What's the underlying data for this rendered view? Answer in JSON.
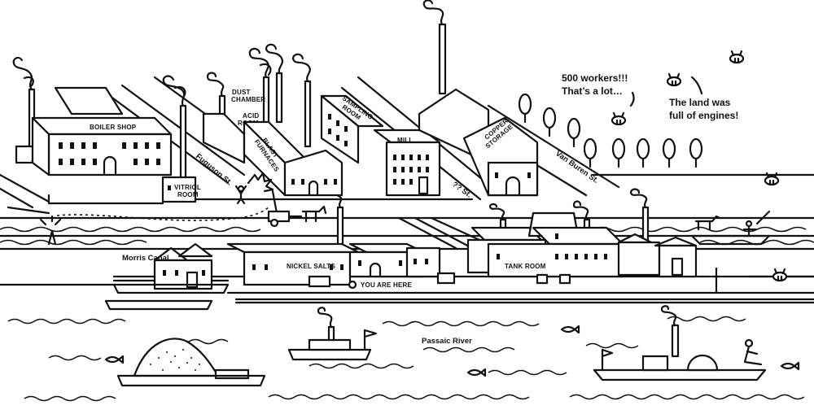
{
  "labels": {
    "boiler_shop": "BOILER SHOP",
    "dust_chamber_1": "DUST",
    "dust_chamber_2": "CHAMBER",
    "acid_room_1": "ACID",
    "acid_room_2": "ROOM",
    "blast_1": "BLAST",
    "blast_2": "FURNACES",
    "sampling_1": "SAMPLING",
    "sampling_2": "ROOM",
    "mill": "MILL",
    "copper_1": "COPPER",
    "copper_2": "STORAGE",
    "vitriol_1": "VITRIOL",
    "vitriol_2": "ROOM",
    "nickel_salts": "NICKEL SALTS",
    "tank_room": "TANK ROOM",
    "you_are_here": "YOU ARE HERE"
  },
  "streets": {
    "fuguson": "Fuguson St.",
    "unnamed": "?? St.",
    "van_buren": "Van Buren St."
  },
  "waterways": {
    "canal": "Morris Canal",
    "river": "Passaic River"
  },
  "notes": {
    "workers_1": "500 workers!!!",
    "workers_2": "That’s a lot…",
    "engines_1": "The land was",
    "engines_2": "full of engines!"
  }
}
